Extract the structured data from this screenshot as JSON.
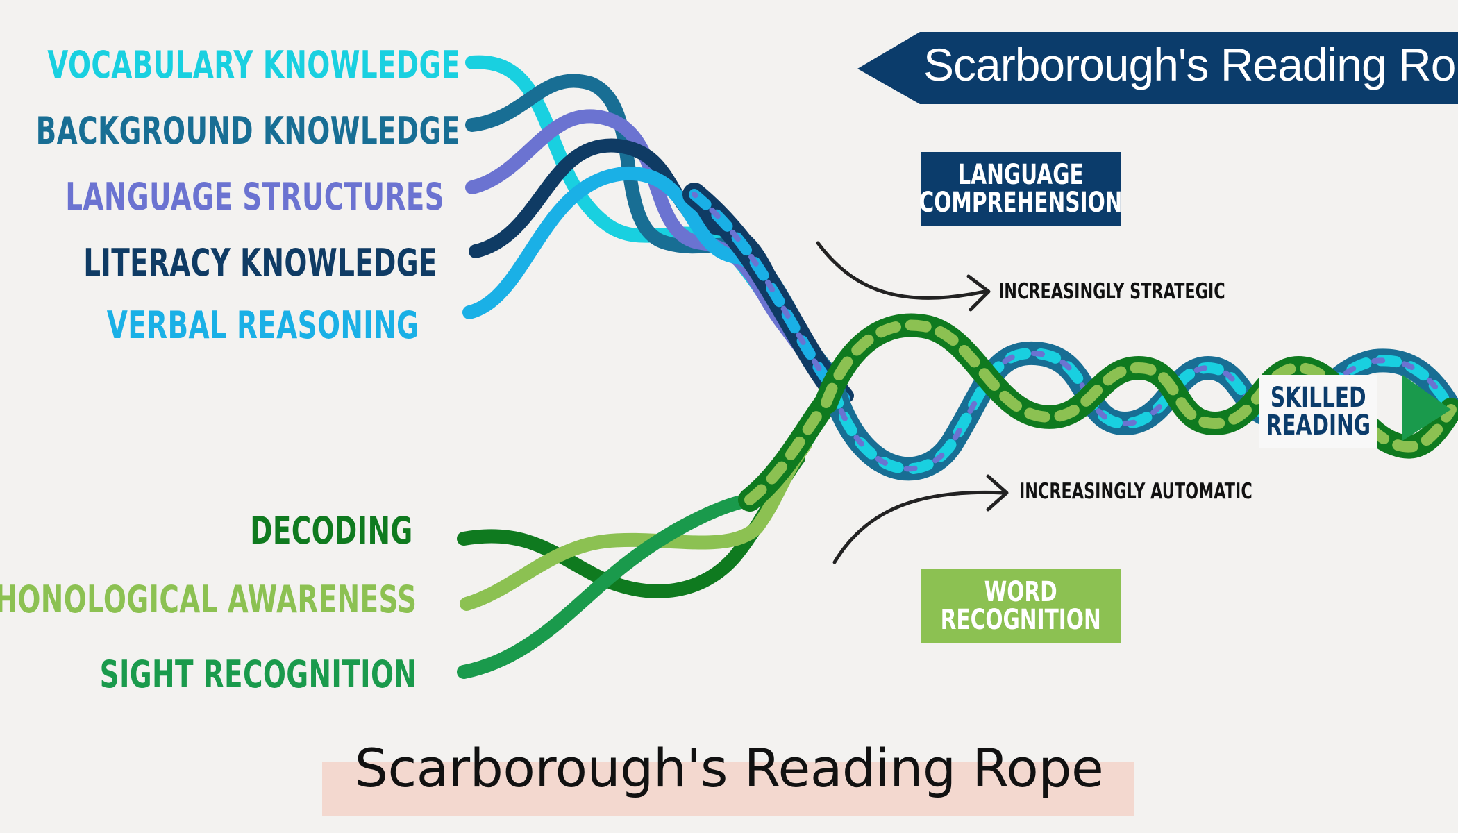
{
  "banner": {
    "title": "Scarborough's Reading Rope",
    "color": "#0b3c6b"
  },
  "language_comprehension": {
    "box_label": "LANGUAGE\nCOMPREHENSION",
    "box_color": "#0b3c6b",
    "arrow_label": "INCREASINGLY STRATEGIC",
    "strands": [
      {
        "label": "VOCABULARY KNOWLEDGE",
        "color": "#19d0e0"
      },
      {
        "label": "BACKGROUND KNOWLEDGE",
        "color": "#186e94"
      },
      {
        "label": "LANGUAGE STRUCTURES",
        "color": "#6b73d1"
      },
      {
        "label": "LITERACY KNOWLEDGE",
        "color": "#0f3b64"
      },
      {
        "label": "VERBAL REASONING",
        "color": "#1ab0e6"
      }
    ]
  },
  "word_recognition": {
    "box_label": "WORD\nRECOGNITION",
    "box_color": "#8cc152",
    "arrow_label": "INCREASINGLY AUTOMATIC",
    "strands": [
      {
        "label": "DECODING",
        "color": "#0f7a1f"
      },
      {
        "label": "PHONOLOGICAL AWARENESS",
        "color": "#8cc152"
      },
      {
        "label": "SIGHT RECOGNITION",
        "color": "#1a9a4c"
      }
    ]
  },
  "skilled_reading": {
    "label": "SKILLED\nREADING",
    "color": "#0b3c6b"
  },
  "caption": "Scarborough's Reading Rope"
}
